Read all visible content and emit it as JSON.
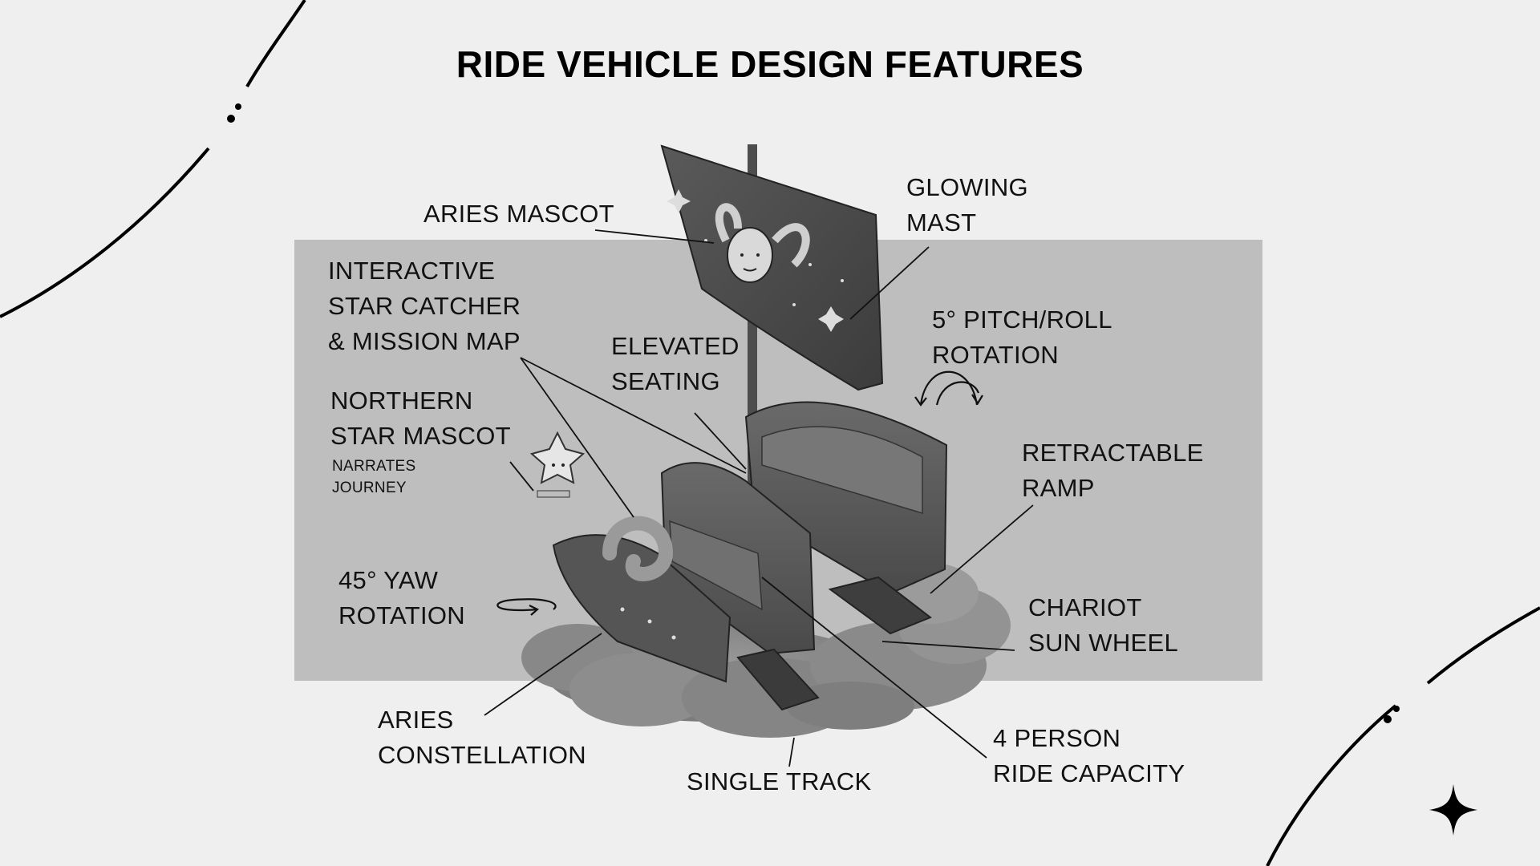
{
  "title": "RIDE VEHICLE DESIGN FEATURES",
  "labels": {
    "aries_mascot": "ARIES MASCOT",
    "glowing_mast": [
      "GLOWING",
      "MAST"
    ],
    "star_catcher": [
      "INTERACTIVE",
      "STAR CATCHER",
      "& MISSION MAP"
    ],
    "elevated_seating": [
      "ELEVATED",
      "SEATING"
    ],
    "pitch_roll": [
      "5° PITCH/ROLL",
      "ROTATION"
    ],
    "northern_star": [
      "NORTHERN",
      "STAR MASCOT"
    ],
    "narrates_journey": [
      "NARRATES",
      "JOURNEY"
    ],
    "retractable_ramp": [
      "RETRACTABLE",
      "RAMP"
    ],
    "yaw_rotation": [
      "45° YAW",
      "ROTATION"
    ],
    "chariot_sun_wheel": [
      "CHARIOT",
      "SUN WHEEL"
    ],
    "aries_constellation": [
      "ARIES",
      "CONSTELLATION"
    ],
    "single_track": "SINGLE TRACK",
    "ride_capacity": [
      "4 PERSON",
      "RIDE CAPACITY"
    ]
  },
  "colors": {
    "background": "#efefef",
    "panel": "#bebebe",
    "ink": "#111111"
  },
  "icons": [
    "sparkle-star-icon",
    "rotation-arrow-icon",
    "yaw-arrow-icon"
  ]
}
